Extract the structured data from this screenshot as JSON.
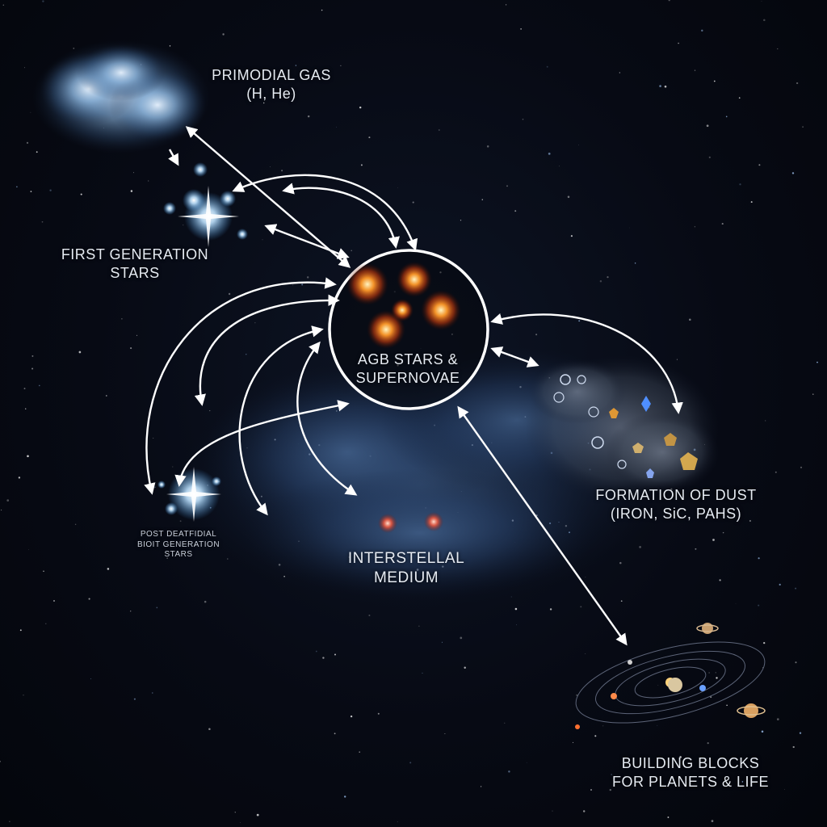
{
  "diagram": {
    "nodes": {
      "primordial_gas": {
        "line1": "PRIMODIAL GAS",
        "line2": "(H, He)"
      },
      "first_generation_stars": {
        "line1": "FIRST GENERATION",
        "line2": "STARS"
      },
      "post_primordial_stars": {
        "line1": "POST DEATFIDIAL",
        "line2": "BIOIT GENERATION",
        "line3": "STARS"
      },
      "agb_supernovae": {
        "line1": "AGB STARS &",
        "line2": "SUPERNOVAE"
      },
      "interstellar_medium": {
        "line1": "INTERSTELLAL",
        "line2": "MEDIUM"
      },
      "dust_formation": {
        "line1": "FORMATION OF  DUST",
        "line2": "(IRON, SiC, PAHS)"
      },
      "building_blocks": {
        "line1": "BUILDING BLOCKS",
        "line2": "FOR PLANETS & LIFE"
      }
    },
    "colors": {
      "background": "#05070d",
      "arrow": "#ffffff",
      "nebula": "#3a5a8c",
      "star_blue": "#9fd4ff",
      "supernova": "#ff7a1a"
    }
  }
}
